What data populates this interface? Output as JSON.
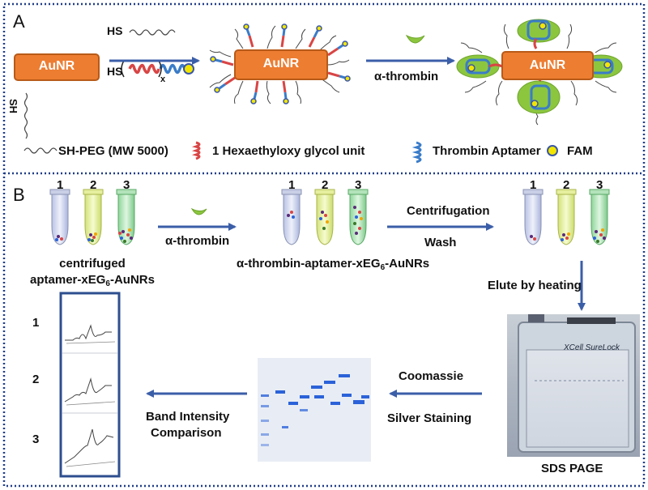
{
  "panel_a": {
    "letter": "A",
    "nanorod_label": "AuNR",
    "hs_top": "HS",
    "hs_bottom": "HS",
    "subscript_x": "x",
    "sh_label": "SH",
    "thrombin_label": "α-thrombin",
    "legend": {
      "peg": "SH-PEG (MW 5000)",
      "glycol": "1 Hexaethyloxy glycol unit",
      "aptamer": "Thrombin Aptamer",
      "fam": "FAM"
    }
  },
  "panel_b": {
    "letter": "B",
    "tube_numbers": [
      "1",
      "2",
      "3"
    ],
    "thrombin_label": "α-thrombin",
    "centrifugation": "Centrifugation",
    "wash": "Wash",
    "centrifuged_line1": "centrifuged",
    "centrifuged_line2_pre": "aptamer-xEG",
    "centrifuged_line2_sub": "6",
    "centrifuged_line2_post": "-AuNRs",
    "complex_pre": "α-thrombin-aptamer-xEG",
    "complex_sub": "6",
    "complex_post": "-AuNRs",
    "elute": "Elute by heating",
    "coomassie": "Coomassie",
    "silver": "Silver Staining",
    "band_line1": "Band Intensity",
    "band_line2": "Comparison",
    "sds_page": "SDS PAGE",
    "gel_box_brand": "XCell SureLock",
    "lane_labels": [
      "1",
      "2",
      "3"
    ]
  },
  "colors": {
    "frame": "#1f3c88",
    "arrow": "#3b5ea8",
    "aunr": "#ed7d31",
    "aunr_border": "#b85a18",
    "thrombin": "#8cc63f",
    "glycol": "#d94545",
    "aptamer": "#3a7cc9",
    "fam": "#f2e600",
    "tube1": "#dfe4f4",
    "tube2": "#eef5b4",
    "tube3": "#c7edc9",
    "gel_band": "#2b62d9"
  }
}
